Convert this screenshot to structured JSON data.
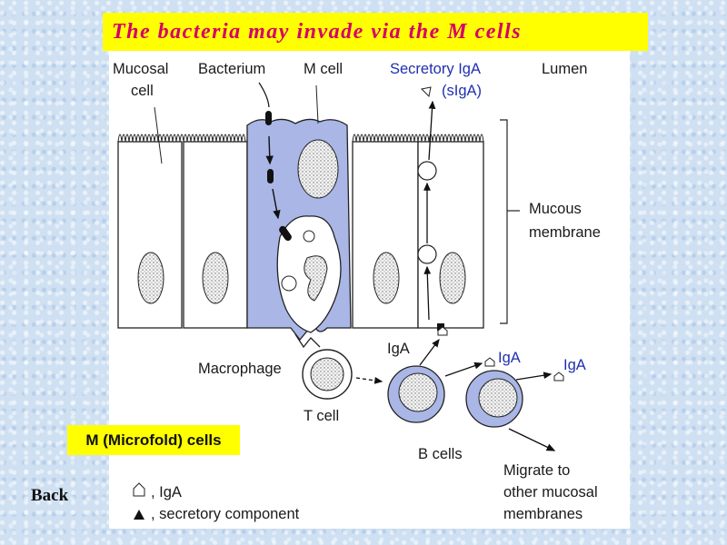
{
  "title": "The bacteria may invade via the M cells",
  "labels": {
    "mucosal_cell": "Mucosal",
    "mucosal_cell_2": "cell",
    "bacterium": "Bacterium",
    "m_cell": "M cell",
    "secretory_iga": "Secretory IgA",
    "siga": "(sIgA)",
    "lumen": "Lumen",
    "mucous": "Mucous",
    "membrane": "membrane",
    "iga_1": "IgA",
    "iga_2": "IgA",
    "iga_3": "IgA",
    "macrophage": "Macrophage",
    "t_cell": "T cell",
    "b_cells": "B cells",
    "migrate_1": "Migrate to",
    "migrate_2": "other mucosal",
    "migrate_3": "membranes",
    "legend_iga": ", IgA",
    "legend_secretory": ", secretory component"
  },
  "highlight_label": "M (Microfold) cells",
  "back_label": "Back",
  "colors": {
    "title_bg": "#ffff00",
    "title_text": "#d4006a",
    "m_cell_fill": "#a9b6e6",
    "label_blue": "#1f2fb0",
    "background": "#cfe0f2"
  }
}
